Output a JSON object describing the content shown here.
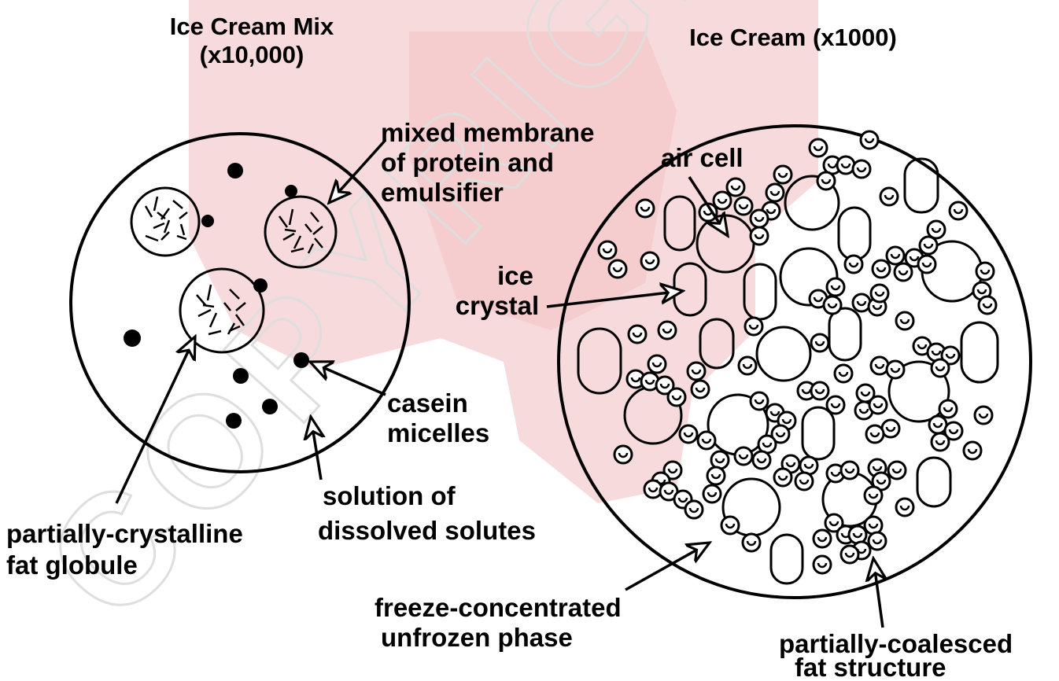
{
  "diagram": {
    "left_panel": {
      "title_line1": "Ice Cream Mix",
      "title_line2": "(x10,000)"
    },
    "right_panel": {
      "title": "Ice Cream (x1000)"
    },
    "labels": {
      "membrane_line1": "mixed membrane",
      "membrane_line2": "of protein and",
      "membrane_line3": "emulsifier",
      "casein_line1": "casein",
      "casein_line2": "micelles",
      "solution_line1": "solution of",
      "solution_line2": "dissolved solutes",
      "fat_globule_line1": "partially-crystalline",
      "fat_globule_line2": "fat globule",
      "air_cell": "air cell",
      "ice_line1": "ice",
      "ice_line2": "crystal",
      "unfrozen_line1": "freeze-concentrated",
      "unfrozen_line2": "unfrozen phase",
      "coalesced_line1": "partially-coalesced",
      "coalesced_line2": "fat structure"
    },
    "colors": {
      "watermark_shape": "#f2c6c9",
      "ink": "#000000"
    }
  }
}
